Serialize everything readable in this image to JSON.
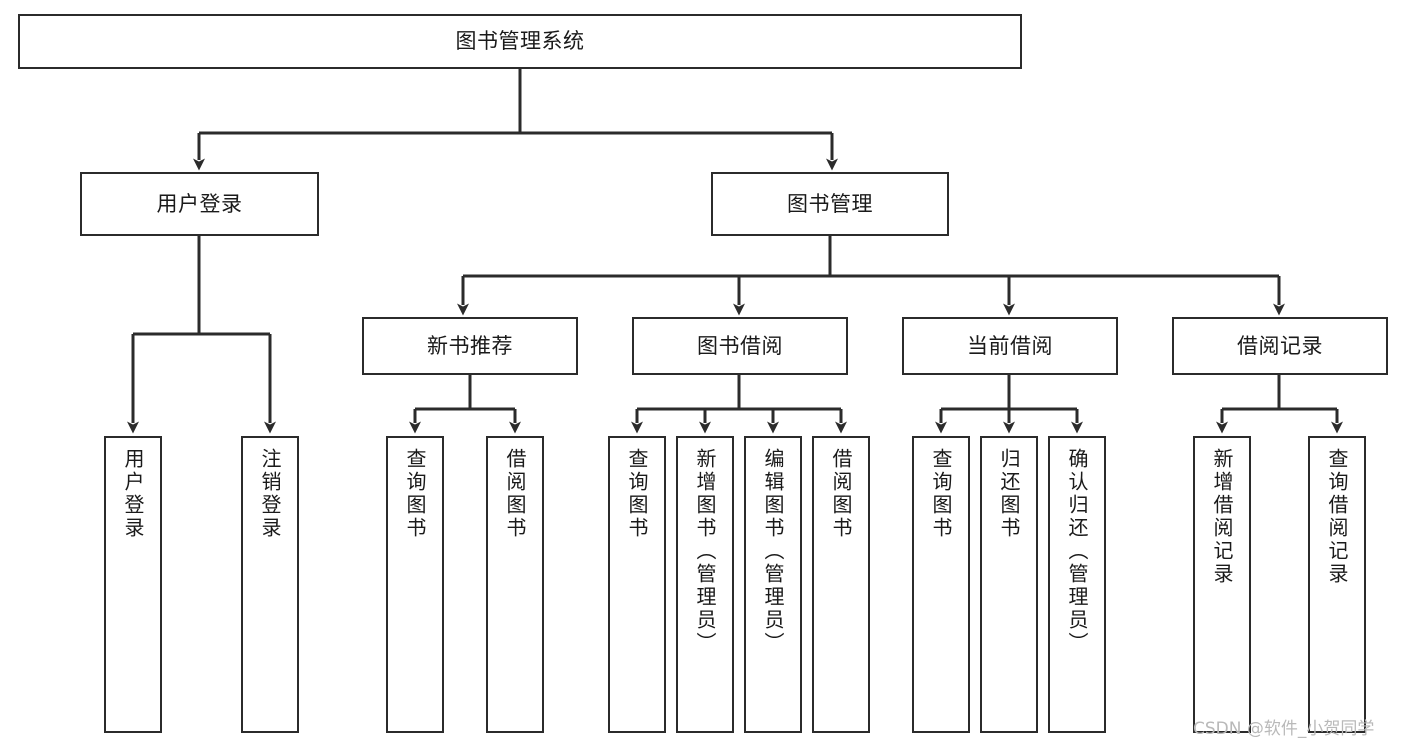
{
  "diagram": {
    "title": "图书管理系统",
    "type": "tree-hierarchy-chart",
    "colors": {
      "box_border": "#2b2b2b",
      "box_fill": "#ffffff",
      "edge": "#2b2b2b",
      "text": "#1a1a1a",
      "watermark": "#b9b9b9",
      "background": "#ffffff"
    },
    "root": {
      "label": "图书管理系统"
    },
    "level2": [
      {
        "label": "用户登录"
      },
      {
        "label": "图书管理"
      }
    ],
    "level3": [
      {
        "label": "新书推荐"
      },
      {
        "label": "图书借阅"
      },
      {
        "label": "当前借阅"
      },
      {
        "label": "借阅记录"
      }
    ],
    "leaves": {
      "user_login": [
        {
          "label": "用户登录"
        },
        {
          "label": "注销登录"
        }
      ],
      "new_book_recommend": [
        {
          "label": "查询图书"
        },
        {
          "label": "借阅图书"
        }
      ],
      "book_borrow": [
        {
          "label": "查询图书"
        },
        {
          "label": "新增图书（管理员）"
        },
        {
          "label": "编辑图书（管理员）"
        },
        {
          "label": "借阅图书"
        }
      ],
      "current_borrow": [
        {
          "label": "查询图书"
        },
        {
          "label": "归还图书"
        },
        {
          "label": "确认归还（管理员）"
        }
      ],
      "borrow_record": [
        {
          "label": "新增借阅记录"
        },
        {
          "label": "查询借阅记录"
        }
      ]
    },
    "watermark": "CSDN @软件_小贺同学"
  }
}
